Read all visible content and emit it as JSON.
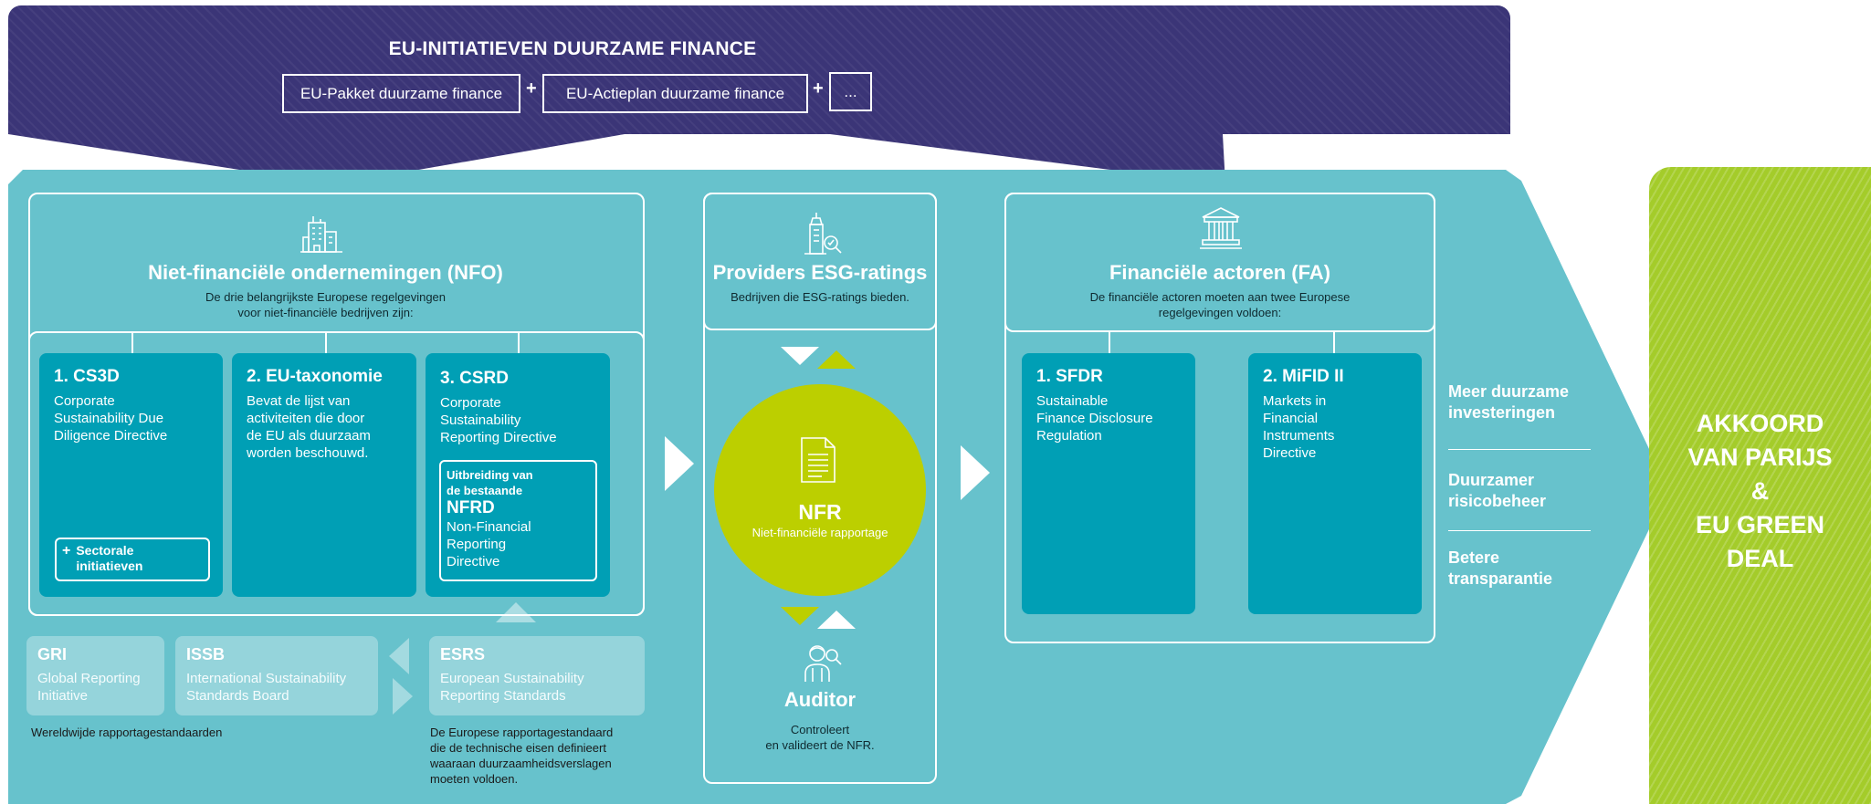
{
  "banner": {
    "title": "EU-INITIATIEVEN DUURZAME FINANCE",
    "items": [
      "EU-Pakket duurzame finance",
      "EU-Actieplan duurzame finance",
      "..."
    ],
    "plus": "+"
  },
  "nfo": {
    "title": "Niet-financiële ondernemingen (NFO)",
    "subtitle_line1": "De drie belangrijkste Europese regelgevingen",
    "subtitle_line2": "voor niet-financiële bedrijven zijn:",
    "cards": [
      {
        "title": "1. CS3D",
        "lines": [
          "Corporate",
          "Sustainability Due",
          "Diligence Directive"
        ],
        "extra": "Sectorale initiatieven",
        "extra_plus": "+"
      },
      {
        "title": "2. EU-taxonomie",
        "lines": [
          "Bevat de lijst van",
          "activiteiten die door",
          "de EU als duurzaam",
          "worden beschouwd."
        ]
      },
      {
        "title": "3. CSRD",
        "lines": [
          "Corporate",
          "Sustainability",
          "Reporting Directive"
        ]
      }
    ],
    "nfrd": {
      "intro_line1": "Uitbreiding van",
      "intro_line2": "de bestaande",
      "title": "NFRD",
      "lines": [
        "Non-Financial",
        "Reporting",
        "Directive"
      ]
    }
  },
  "standards": {
    "gri": {
      "title": "GRI",
      "lines": [
        "Global Reporting",
        "Initiative"
      ]
    },
    "issb": {
      "title": "ISSB",
      "lines": [
        "International Sustainability",
        "Standards Board"
      ]
    },
    "esrs": {
      "title": "ESRS",
      "lines": [
        "European Sustainability",
        "Reporting Standards"
      ]
    },
    "global_note": "Wereldwijde rapportagestandaarden",
    "eu_note": [
      "De Europese rapportagestandaard",
      "die de technische eisen definieert",
      "waaraan duurzaamheidsverslagen",
      "moeten voldoen."
    ]
  },
  "esg": {
    "title": "Providers ESG-ratings",
    "subtitle": "Bedrijven die ESG-ratings bieden."
  },
  "nfr": {
    "title": "NFR",
    "subtitle": "Niet-financiële rapportage"
  },
  "auditor": {
    "title": "Auditor",
    "line1": "Controleert",
    "line2": "en valideert de NFR."
  },
  "fa": {
    "title": "Financiële actoren (FA)",
    "subtitle_line1": "De financiële actoren moeten aan twee Europese",
    "subtitle_line2": "regelgevingen voldoen:",
    "cards": [
      {
        "title": "1. SFDR",
        "lines": [
          "Sustainable",
          "Finance Disclosure",
          "Regulation"
        ]
      },
      {
        "title": "2. MiFID II",
        "lines": [
          "Markets in",
          "Financial",
          "Instruments",
          "Directive"
        ]
      }
    ]
  },
  "outcomes": [
    [
      "Meer duurzame",
      "investeringen"
    ],
    [
      "Duurzamer",
      "risicobeheer"
    ],
    [
      "Betere",
      "transparantie"
    ]
  ],
  "goal": {
    "lines": [
      "AKKOORD",
      "VAN PARIJS",
      "&",
      "EU GREEN",
      "DEAL"
    ]
  },
  "colors": {
    "banner": "#3b3577",
    "teal": "#67c2cc",
    "dark_teal": "#009fb5",
    "lime": "#bccf00",
    "green": "#a4cc2a"
  },
  "icons": [
    "office-building-icon",
    "skyscraper-search-icon",
    "bank-icon",
    "document-icon",
    "auditor-icon"
  ]
}
